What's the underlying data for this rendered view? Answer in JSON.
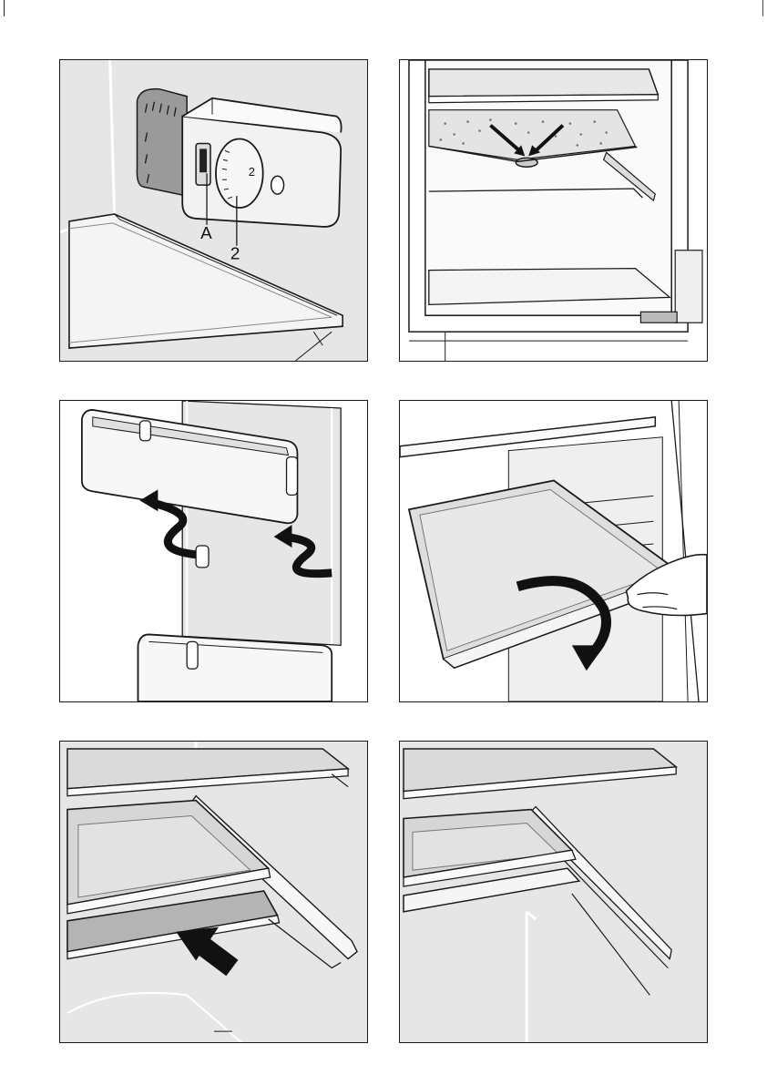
{
  "colors": {
    "page_background": "#ffffff",
    "panel_border": "#1a1a1a",
    "crop_mark_left": "#222222",
    "crop_mark_right": "#c8102e",
    "illustration_grey": "#e6e6e6",
    "shadow_grey": "#b4b4b4",
    "outline": "#1a1a1a"
  },
  "figures": [
    {
      "name": "thermostat-control",
      "callouts": [
        "A",
        "2"
      ],
      "dial_mark": "2"
    },
    {
      "name": "defrost-water-drain",
      "callouts": []
    },
    {
      "name": "door-shelf-removal",
      "callouts": []
    },
    {
      "name": "glass-shelf-removal",
      "callouts": []
    },
    {
      "name": "shelf-insertion",
      "callouts": []
    },
    {
      "name": "shelves-fitted",
      "callouts": []
    }
  ]
}
